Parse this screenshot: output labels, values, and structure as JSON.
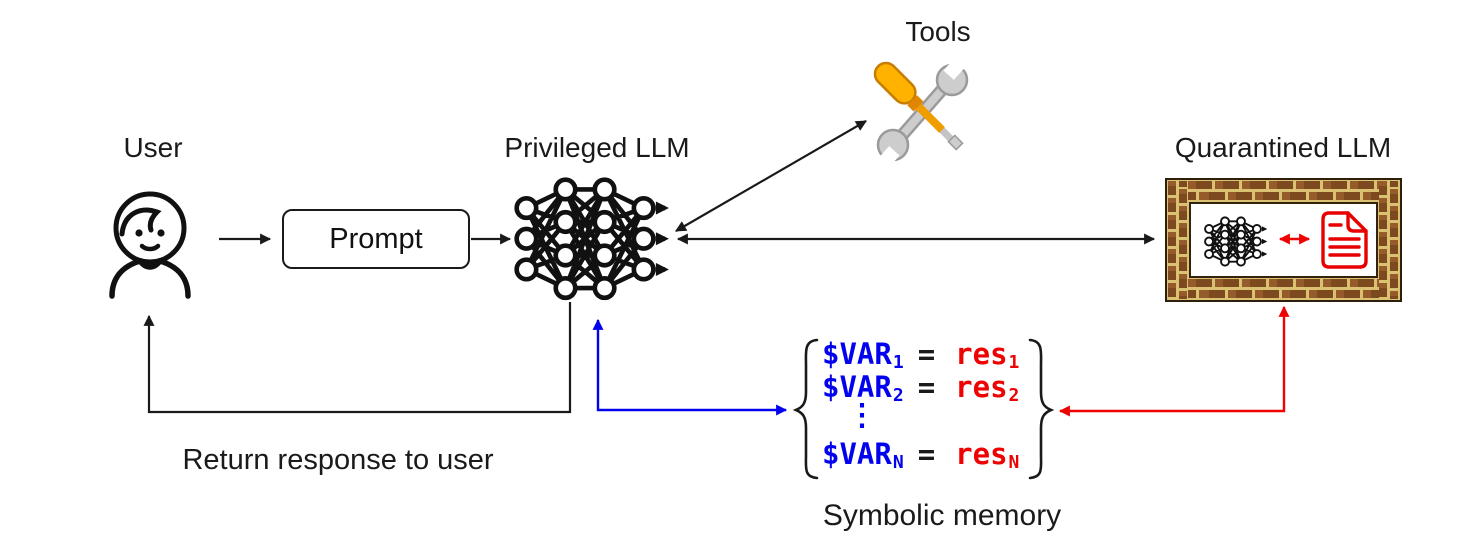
{
  "labels": {
    "user": "User",
    "prompt": "Prompt",
    "privileged_llm": "Privileged LLM",
    "tools": "Tools",
    "quarantined_llm": "Quarantined LLM",
    "return_response": "Return response to user",
    "symbolic_memory": "Symbolic memory"
  },
  "symbolic_memory": {
    "rows": [
      {
        "var": "$VAR",
        "var_sub": "1",
        "eq": "=",
        "res": "res",
        "res_sub": "1"
      },
      {
        "var": "$VAR",
        "var_sub": "2",
        "eq": "=",
        "res": "res",
        "res_sub": "2"
      },
      {
        "var": "$VAR",
        "var_sub": "N",
        "eq": "=",
        "res": "res",
        "res_sub": "N"
      }
    ],
    "dots": "⋮"
  },
  "icons": {
    "user": "person-icon",
    "privileged_llm": "neural-network-icon",
    "quarantined_llm": "neural-network-icon-in-brick-frame",
    "tools": "screwdriver-and-wrench-icon",
    "memory_source": "document-icon"
  },
  "colors": {
    "variable_blue": "#0202EE",
    "result_red": "#EE0202",
    "line_black": "#1a1a1a",
    "brick_brown": "#7c4a1e",
    "mortar_tan": "#dbc273",
    "tool_handle_orange": "#ffb300",
    "tool_metal_gray": "#cdcdcd"
  }
}
